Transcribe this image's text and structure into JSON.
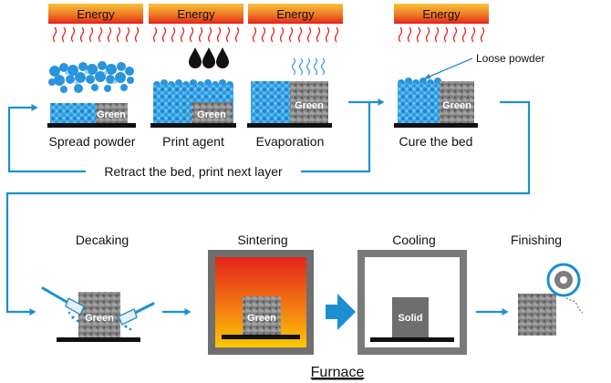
{
  "energy_label": "Energy",
  "steps": {
    "spread": "Spread powder",
    "print": "Print agent",
    "evap": "Evaporation",
    "cure": "Cure the bed",
    "decak": "Decaking",
    "sinter": "Sintering",
    "cool": "Cooling",
    "finish": "Finishing"
  },
  "part_labels": {
    "green": "Green",
    "solid": "Solid"
  },
  "annotations": {
    "loose_powder": "Loose powder",
    "retract": "Retract the bed, print next layer",
    "furnace": "Furnace"
  },
  "colors": {
    "arrow": "#1b8fd0",
    "powder": "#2a94dc",
    "green_part": "#7d7d7d",
    "bed": "#111111",
    "heater_top": "#f0b020",
    "heater_bottom": "#e2231a",
    "heat_wave": "#e2231a",
    "furnace_hot_top": "#e83018",
    "furnace_hot_bottom": "#ffc800",
    "furnace_frame": "#6e6e6e"
  }
}
